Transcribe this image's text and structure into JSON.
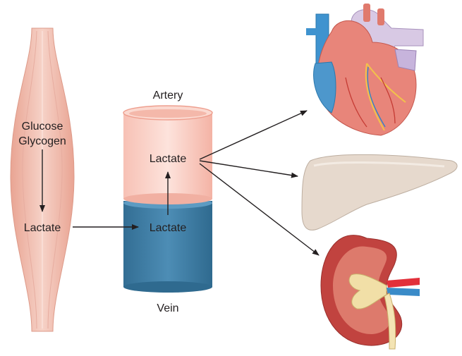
{
  "muscle": {
    "top_label_1": "Glucose",
    "top_label_2": "Glycogen",
    "bottom_label": "Lactate"
  },
  "vessel": {
    "artery_label": "Artery",
    "vein_label": "Vein",
    "artery_metabolite": "Lactate",
    "vein_metabolite": "Lactate"
  },
  "colors": {
    "muscle_fill": "#f2bfb2",
    "artery_fill": "#f9cbc0",
    "vein_fill": "#3f7fa6",
    "liver_fill": "#e6d9cd",
    "heart_fill": "#e8857a",
    "kidney_fill": "#c1433f",
    "arrow": "#231f20"
  },
  "icons": [
    "muscle-icon",
    "heart-icon",
    "liver-icon",
    "kidney-icon"
  ]
}
